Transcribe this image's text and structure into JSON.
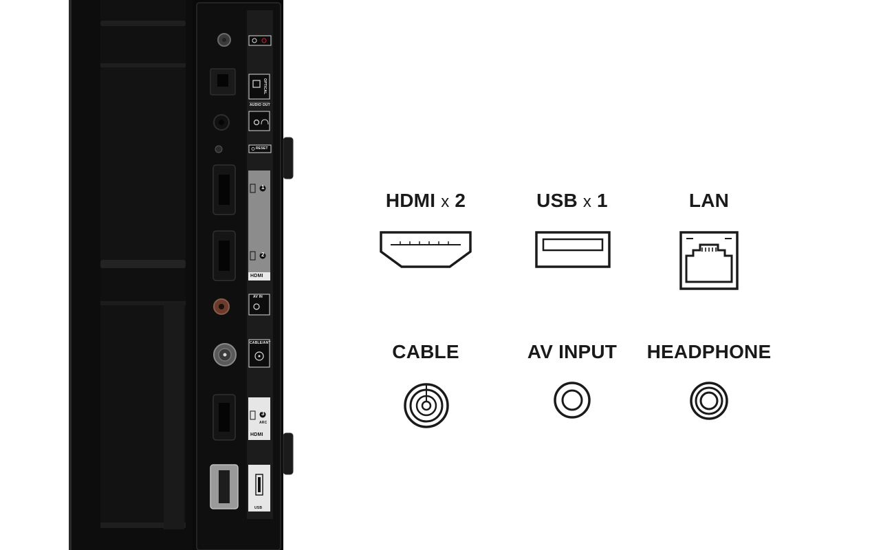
{
  "legend": {
    "hdmi": {
      "name": "HDMI",
      "times": "x",
      "count": "2"
    },
    "usb": {
      "name": "USB",
      "times": "x",
      "count": "1"
    },
    "lan": {
      "name": "LAN"
    },
    "cable": {
      "name": "CABLE"
    },
    "av_input": {
      "name": "AV INPUT"
    },
    "headphone": {
      "name": "HEADPHONE"
    }
  },
  "panel_labels": {
    "optical": "OPTICAL",
    "audio_out": "AUDIO OUT",
    "reset": "RESET",
    "hdmi_1": "1",
    "hdmi_2": "2",
    "hdmi_logo": "HDMI",
    "av_in": "AV IN",
    "cable_ant": "CABLE/ANT",
    "hdmi_3": "3",
    "arc": "ARC",
    "hdmi_logo_2": "HDMI",
    "usb": "USB"
  },
  "icons": {
    "hdmi": "hdmi-port-icon",
    "usb": "usb-port-icon",
    "lan": "ethernet-port-icon",
    "cable": "coaxial-port-icon",
    "av_input": "rca-port-icon",
    "headphone": "headphone-jack-icon"
  },
  "colors": {
    "panel_black": "#0c0c0c",
    "label_strip": "#1c1c1c",
    "hdmi_plate": "#8c8c8c",
    "icon_stroke": "#1a1a1a"
  }
}
